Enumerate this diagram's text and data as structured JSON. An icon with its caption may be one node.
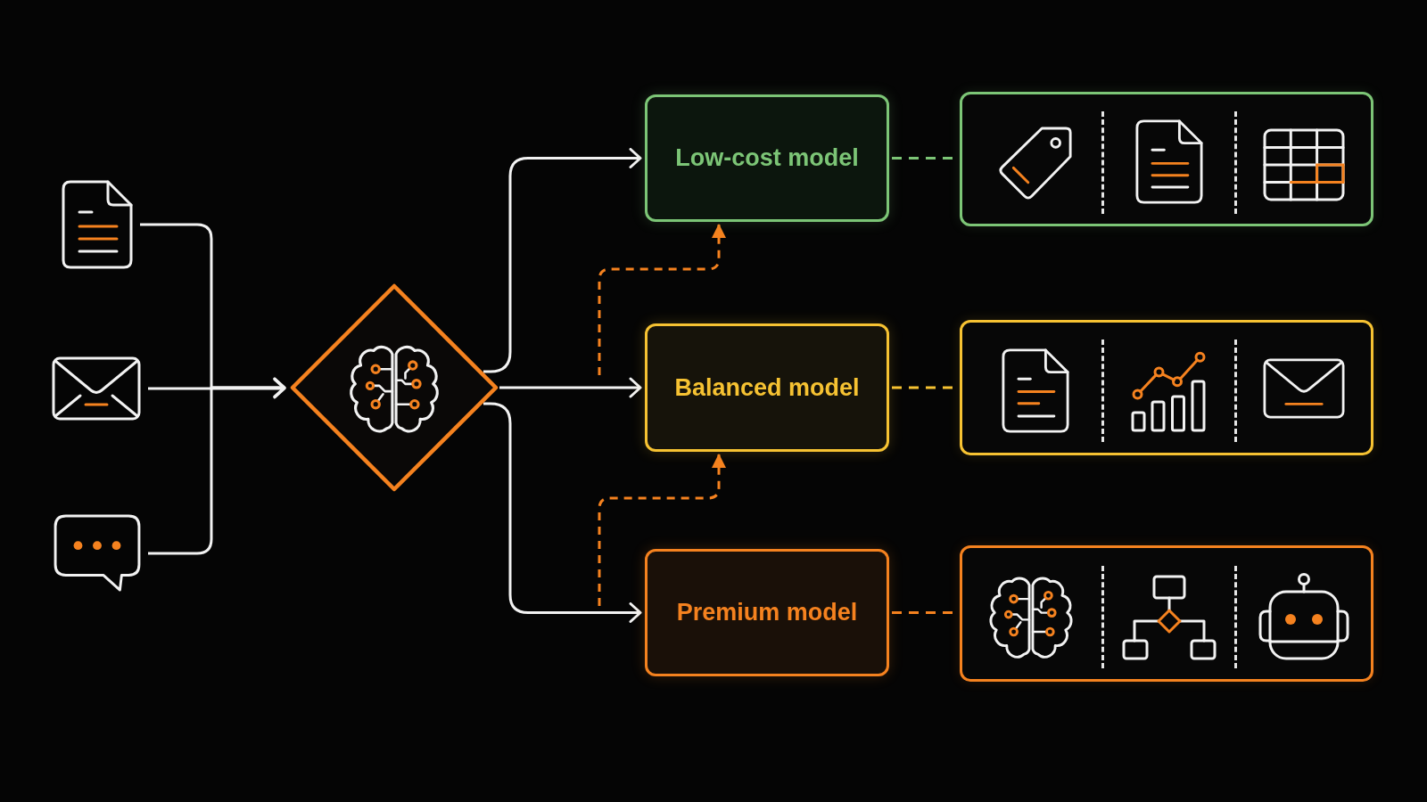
{
  "diagram": {
    "nodes": [
      {
        "text": [],
        "shape": "picture"
      },
      {
        "text": [],
        "shape": "picture"
      },
      {
        "text": [],
        "shape": "picture"
      },
      {
        "text": [],
        "shape": "diamond"
      },
      {
        "text": [
          "Low-cost model"
        ]
      },
      {
        "text": [],
        "shape": "box"
      },
      {
        "text": [
          "Balanced model"
        ]
      },
      {
        "text": [],
        "shape": "box"
      },
      {
        "text": [
          "Premium model"
        ]
      },
      {
        "text": [],
        "shape": "box"
      }
    ],
    "edges": [
      {
        "from": 0,
        "to": 3,
        "arrow": "to"
      },
      {
        "from": 1,
        "to": 3,
        "arrow": "to"
      },
      {
        "from": 2,
        "to": 3,
        "arrow": "to"
      },
      {
        "from": 3,
        "to": 4,
        "arrow": "to"
      },
      {
        "from": 3,
        "to": 6,
        "arrow": "to"
      },
      {
        "from": 3,
        "to": 8,
        "arrow": "to"
      },
      {
        "from": null,
        "to": 4,
        "arrow": "to",
        "style": "dashed",
        "color": "#f5821f"
      },
      {
        "from": null,
        "to": 6,
        "arrow": "to",
        "style": "dashed",
        "color": "#f5821f"
      },
      {
        "from": 4,
        "to": 5,
        "arrow": "none",
        "style": "dashed",
        "color": "#7cc576"
      },
      {
        "from": 6,
        "to": 7,
        "arrow": "none",
        "style": "dashed",
        "color": "#f6c232"
      },
      {
        "from": 8,
        "to": 9,
        "arrow": "none",
        "style": "dashed",
        "color": "#f5821f"
      }
    ]
  }
}
